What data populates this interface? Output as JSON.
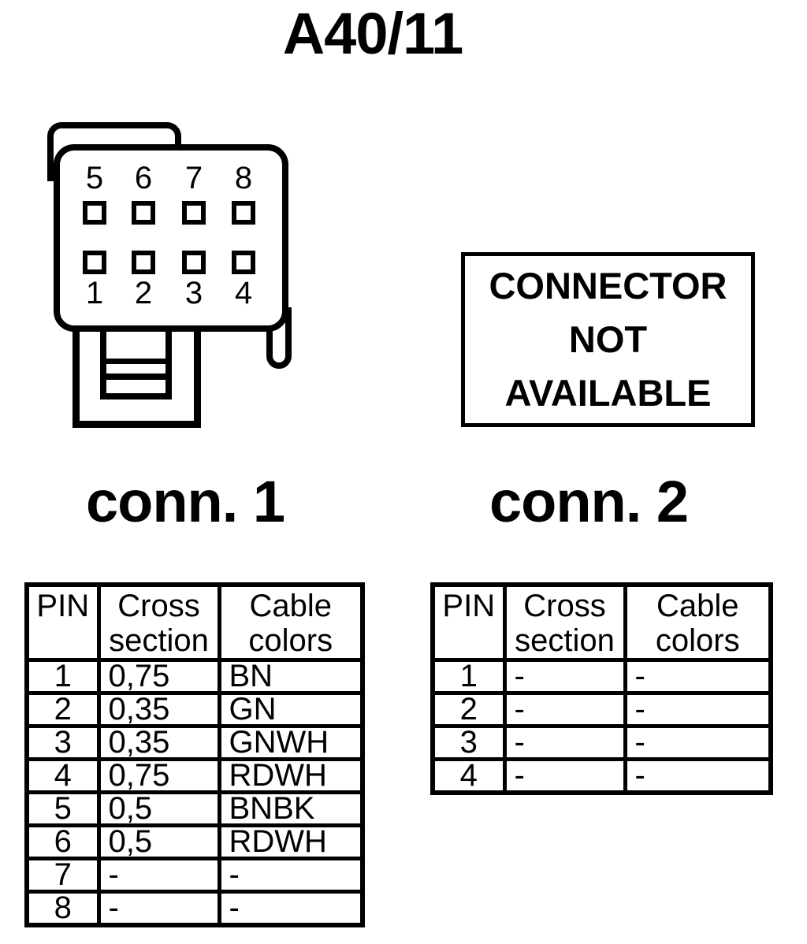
{
  "title": "A40/11",
  "colors": {
    "ink": "#000000",
    "paper": "#ffffff"
  },
  "connector": {
    "pins_top": [
      "5",
      "6",
      "7",
      "8"
    ],
    "pins_bottom": [
      "1",
      "2",
      "3",
      "4"
    ]
  },
  "notice": {
    "text": "CONNECTOR\nNOT\nAVAILABLE"
  },
  "conn1": {
    "label": "conn. 1",
    "table": {
      "headers": [
        "PIN",
        "Cross\nsection",
        "Cable\ncolors"
      ],
      "rows": [
        [
          "1",
          "0,75",
          "BN"
        ],
        [
          "2",
          "0,35",
          "GN"
        ],
        [
          "3",
          "0,35",
          "GNWH"
        ],
        [
          "4",
          "0,75",
          "RDWH"
        ],
        [
          "5",
          "0,5",
          "BNBK"
        ],
        [
          "6",
          "0,5",
          "RDWH"
        ],
        [
          "7",
          "-",
          "-"
        ],
        [
          "8",
          "-",
          "-"
        ]
      ]
    }
  },
  "conn2": {
    "label": "conn. 2",
    "table": {
      "headers": [
        "PIN",
        "Cross\nsection",
        "Cable\ncolors"
      ],
      "rows": [
        [
          "1",
          "-",
          "-"
        ],
        [
          "2",
          "-",
          "-"
        ],
        [
          "3",
          "-",
          "-"
        ],
        [
          "4",
          "-",
          "-"
        ]
      ]
    }
  }
}
